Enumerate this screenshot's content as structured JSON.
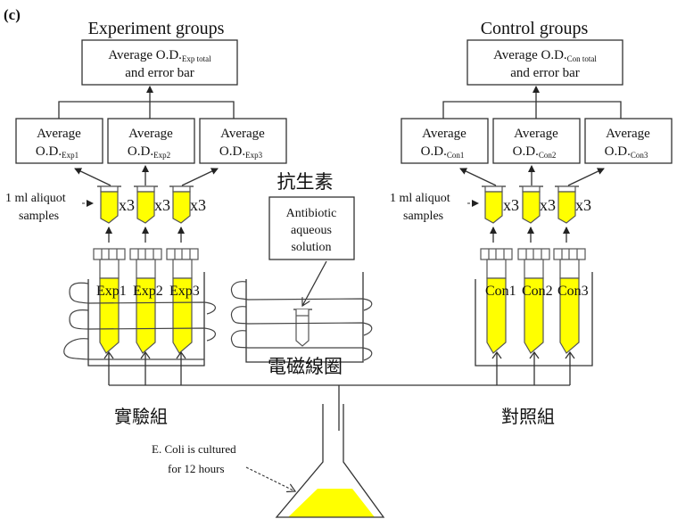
{
  "figure_label": "(c)",
  "colors": {
    "liquid": "#ffff00",
    "line": "#333333",
    "background": "#ffffff"
  },
  "experiment": {
    "title": "Experiment groups",
    "total_box": {
      "line1": "Average O.D.",
      "sub": "Exp total",
      "line2": "and error bar"
    },
    "avg_boxes": [
      {
        "line1": "Average",
        "line2": "O.D.",
        "sub": "Exp1"
      },
      {
        "line1": "Average",
        "line2": "O.D.",
        "sub": "Exp2"
      },
      {
        "line1": "Average",
        "line2": "O.D.",
        "sub": "Exp3"
      }
    ],
    "aliquot_label": [
      "1 ml aliquot",
      "samples"
    ],
    "replicate_labels": [
      "x3",
      "x3",
      "x3"
    ],
    "tube_labels": [
      "Exp1",
      "Exp2",
      "Exp3"
    ],
    "group_label_cn": "實驗組"
  },
  "control": {
    "title": "Control groups",
    "total_box": {
      "line1": "Average O.D.",
      "sub": "Con total",
      "line2": "and error bar"
    },
    "avg_boxes": [
      {
        "line1": "Average",
        "line2": "O.D.",
        "sub": "Con1"
      },
      {
        "line1": "Average",
        "line2": "O.D.",
        "sub": "Con2"
      },
      {
        "line1": "Average",
        "line2": "O.D.",
        "sub": "Con3"
      }
    ],
    "aliquot_label": [
      "1 ml aliquot",
      "samples"
    ],
    "replicate_labels": [
      "x3",
      "x3",
      "x3"
    ],
    "tube_labels": [
      "Con1",
      "Con2",
      "Con3"
    ],
    "group_label_cn": "對照組"
  },
  "antibiotic": {
    "label_cn": "抗生素",
    "box_lines": [
      "Antibiotic",
      "aqueous",
      "solution"
    ]
  },
  "coil_label_cn": "電磁線圈",
  "culture": {
    "note_lines": [
      "E. Coli is cultured",
      "for 12 hours"
    ]
  }
}
